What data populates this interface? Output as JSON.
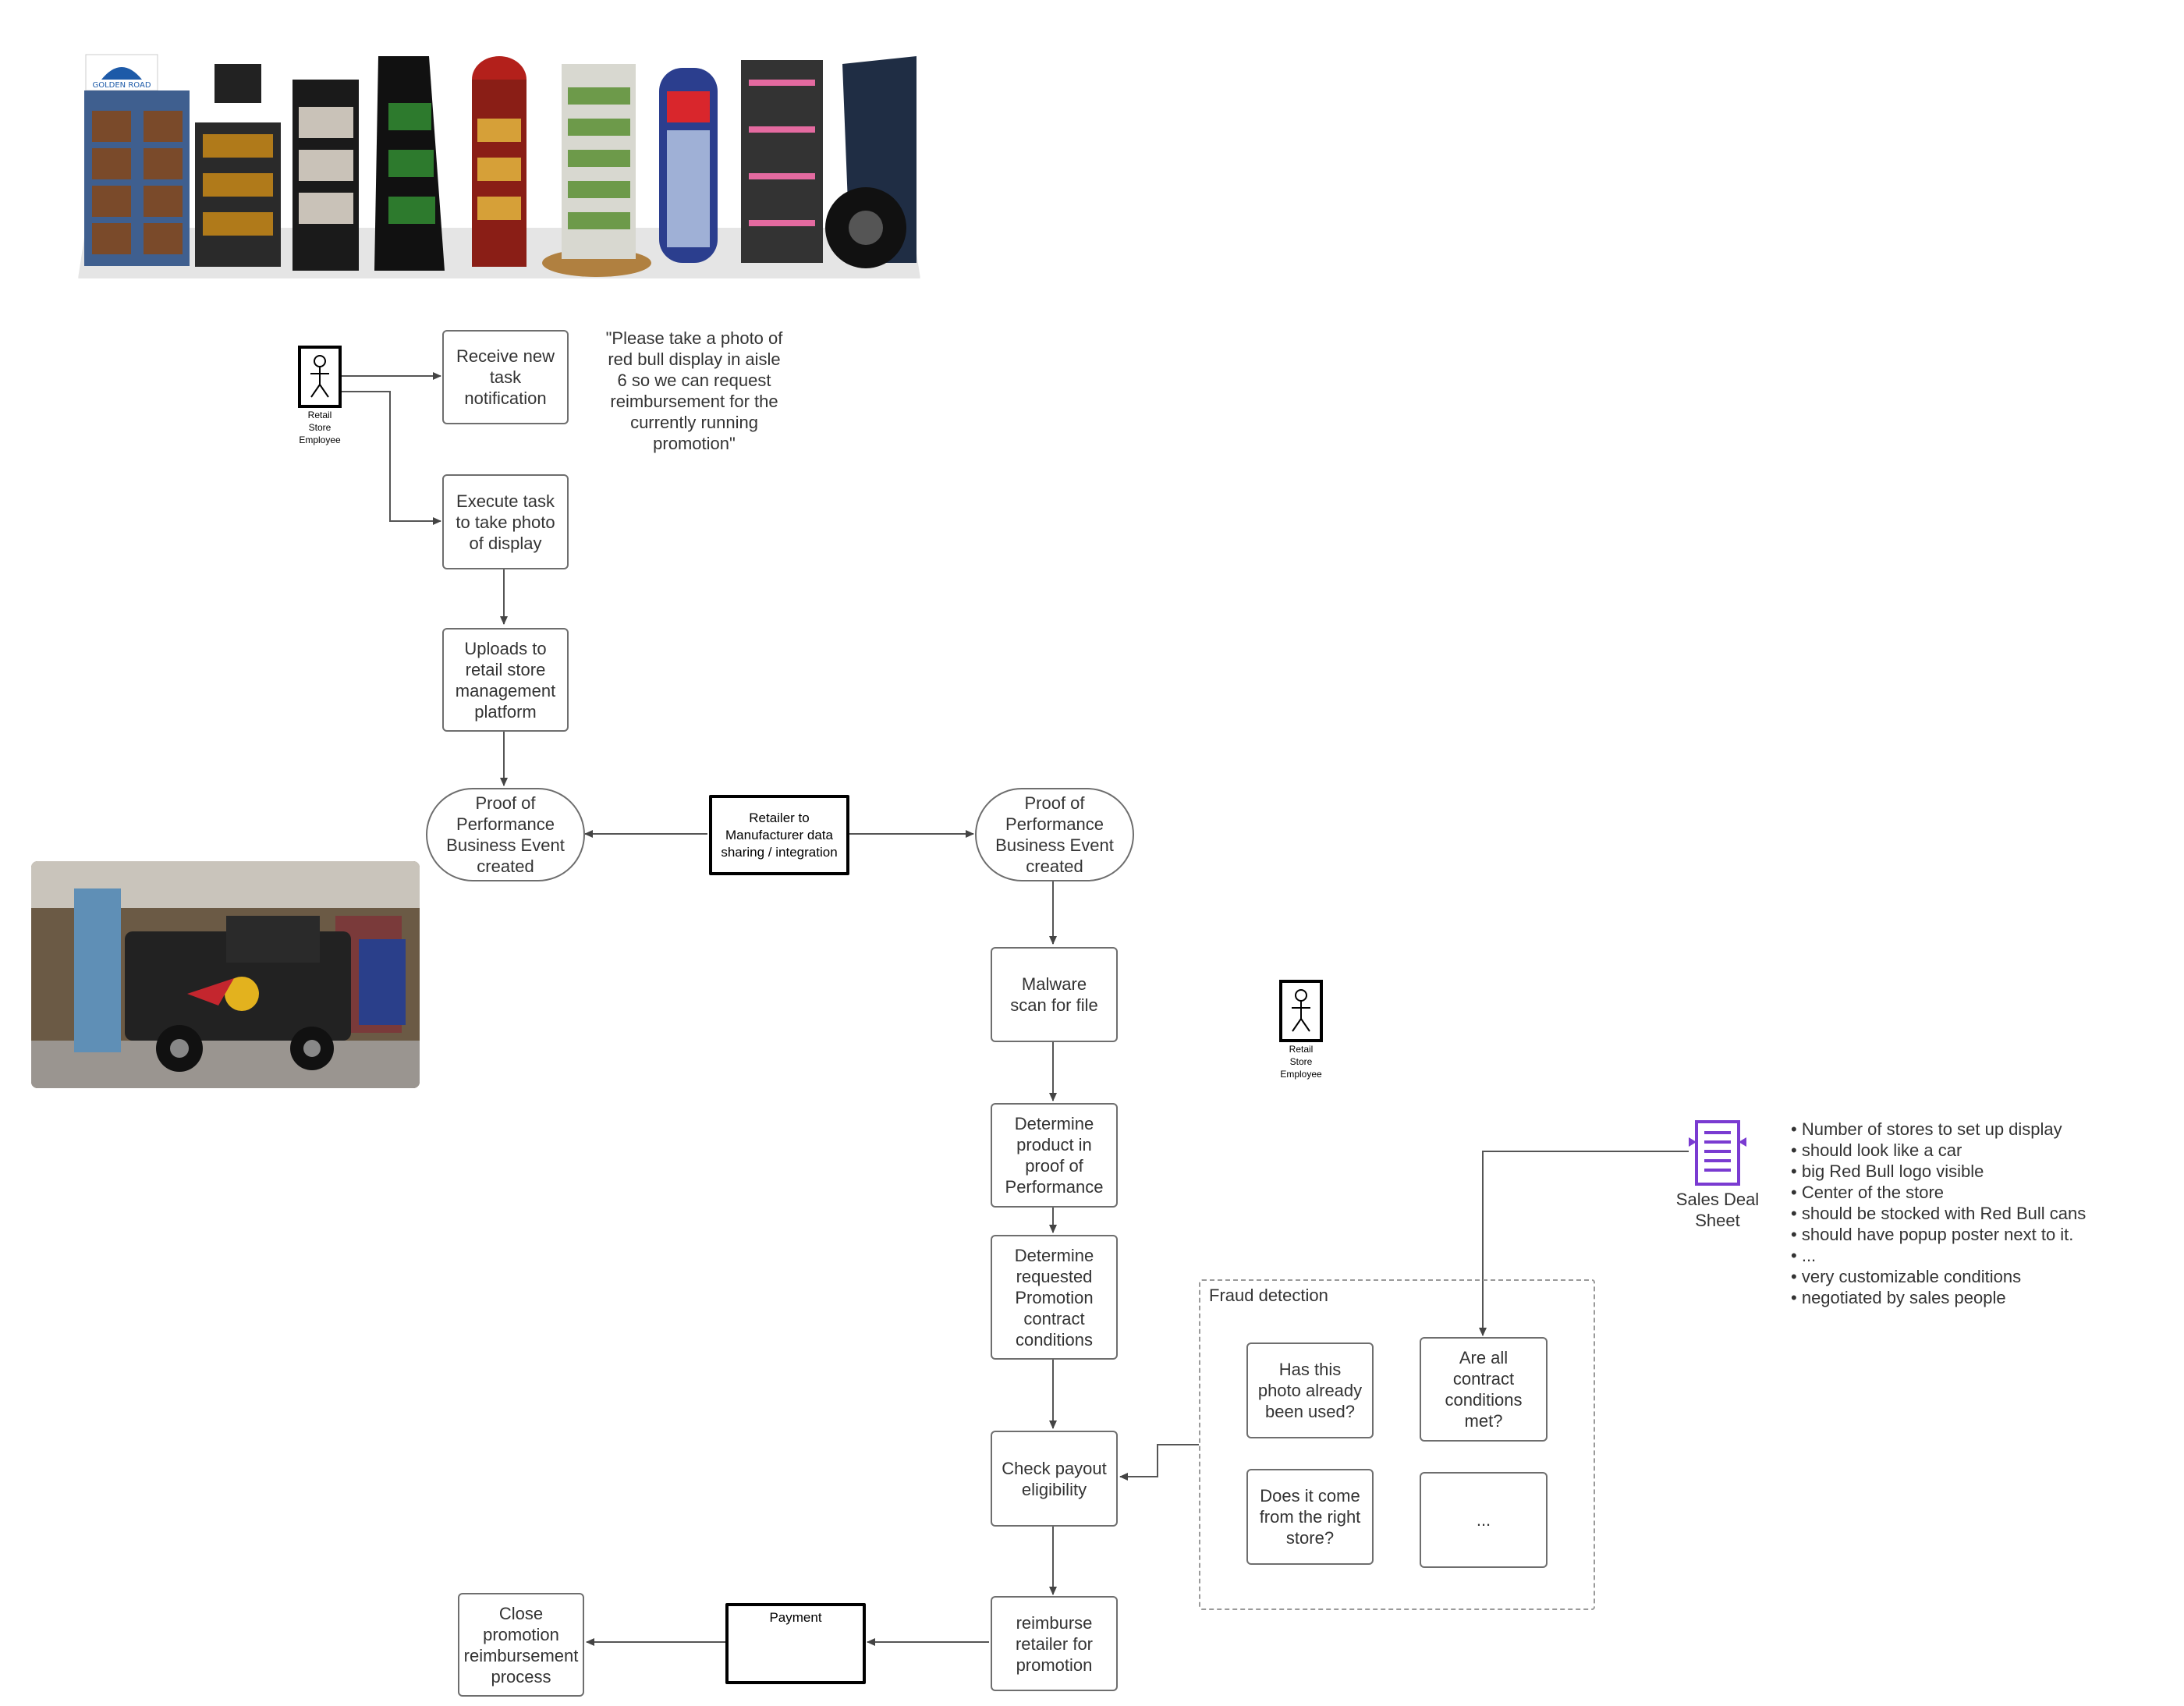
{
  "nodes": {
    "receive_task": "Receive new\ntask\nnotification",
    "execute_task": "Execute task\nto take photo\nof display",
    "uploads": "Uploads to\nretail store\nmanagement\nplatform",
    "pop_left": "Proof of\nPerformance\nBusiness Event\ncreated",
    "retailer_integration": "Retailer to\nManufacturer data\nsharing / integration",
    "pop_right": "Proof of\nPerformance\nBusiness Event\ncreated",
    "malware": "Malware\nscan for file",
    "determine_product": "Determine\nproduct in\nproof of\nPerformance",
    "determine_conditions": "Determine\nrequested\nPromotion\ncontract\nconditions",
    "check_payout": "Check payout\neligibility",
    "reimburse": "reimburse\nretailer for\npromotion",
    "payment": "Payment",
    "close": "Close\npromotion\nreimbursement\nprocess"
  },
  "quote": "\"Please take a photo of\nred bull display in aisle\n6 so we can request\nreimbursement for the\ncurrently running\npromotion\"",
  "actors": {
    "actor1_label": "Retail\nStore\nEmployee",
    "actor2_label": "Retail\nStore\nEmployee"
  },
  "fraud": {
    "title": "Fraud detection",
    "q1": "Has this\nphoto already\nbeen used?",
    "q2": "Are all\ncontract\nconditions\nmet?",
    "q3": "Does it come\nfrom the right\nstore?",
    "q4": "..."
  },
  "sales_sheet": {
    "label": "Sales Deal\nSheet",
    "icon": "document-list-icon",
    "icon_color": "#7a3bd1",
    "bullets": [
      "Number of stores to set up display",
      "should look like a car",
      "big Red Bull logo visible",
      "Center of the store",
      "should be stocked with Red Bull cans",
      "should have popup poster next to it.",
      "...",
      "very customizable conditions",
      "negotiated by sales people"
    ]
  },
  "colors": {
    "connector": "#555555",
    "node_border": "#6e6e6e",
    "group_border": "#9a9a9a"
  }
}
